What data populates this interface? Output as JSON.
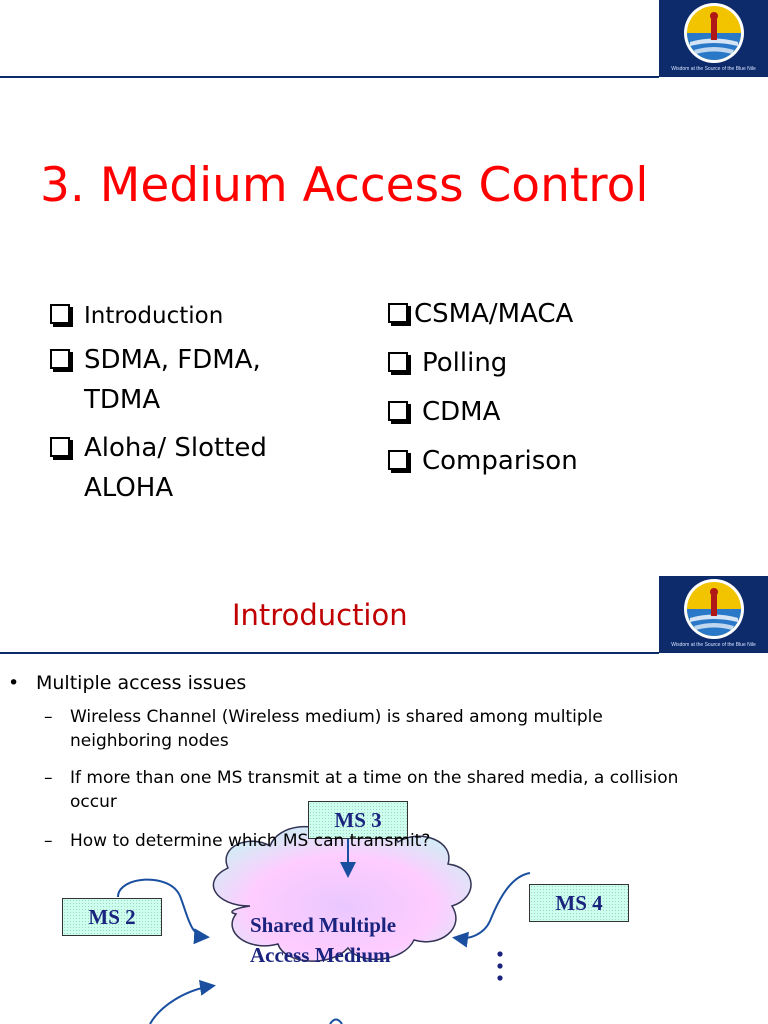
{
  "slide1": {
    "logo_caption": "Wisdom at the Source of the Blue Nile",
    "title": "3. Medium Access Control",
    "left_items": [
      {
        "lines": [
          "Introduction"
        ]
      },
      {
        "lines": [
          "SDMA, FDMA,",
          "TDMA"
        ]
      },
      {
        "lines": [
          "Aloha/ Slotted",
          "ALOHA"
        ]
      }
    ],
    "right_items": [
      "CSMA/MACA",
      "Polling",
      "CDMA",
      "Comparison"
    ]
  },
  "slide2": {
    "logo_caption": "Wisdom at the Source of the Blue Nile",
    "title": "Introduction",
    "bullet": "Multiple access issues",
    "subbullets": [
      {
        "lines": [
          "Wireless Channel (Wireless medium) is shared among multiple",
          "neighboring nodes"
        ]
      },
      {
        "lines": [
          " If more than one MS transmit at a time on the shared media, a collision",
          "occur"
        ]
      },
      {
        "lines": [
          "How to determine which MS can transmit?"
        ]
      }
    ],
    "diagram": {
      "ms3": "MS 3",
      "ms2": "MS 2",
      "ms4": "MS 4",
      "cloud_line1": "Shared Multiple",
      "cloud_line2": "Access Medium",
      "colors": {
        "ms_box": "#ccffee",
        "cloud": "#ffccff",
        "text": "#1a237e"
      }
    }
  }
}
